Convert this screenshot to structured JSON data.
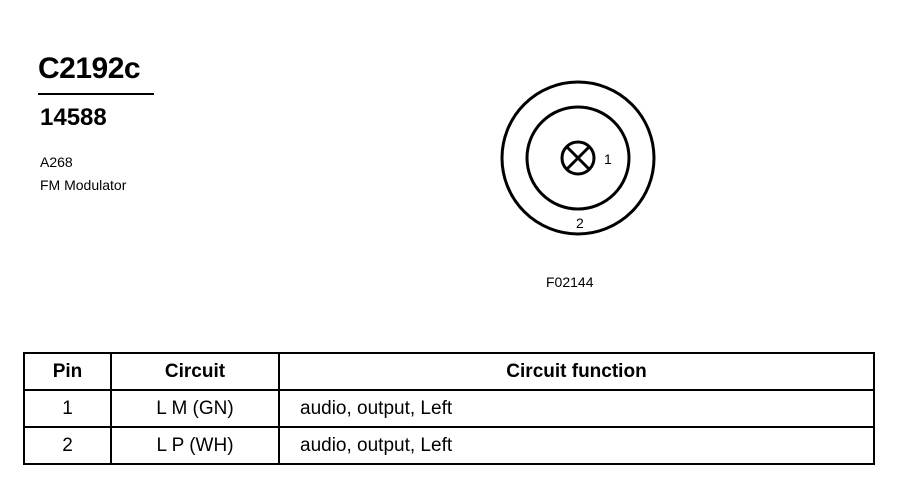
{
  "header": {
    "connector_id": "C2192c",
    "part_number": "14588",
    "location_code": "A268",
    "component_name": "FM Modulator"
  },
  "figure": {
    "figure_id": "F02144",
    "pin_labels": [
      "1",
      "2"
    ]
  },
  "table": {
    "headers": [
      "Pin",
      "Circuit",
      "Circuit function"
    ],
    "rows": [
      {
        "pin": "1",
        "circuit": "L M (GN)",
        "function": "audio, output, Left"
      },
      {
        "pin": "2",
        "circuit": "L P (WH)",
        "function": "audio, output, Left"
      }
    ]
  }
}
